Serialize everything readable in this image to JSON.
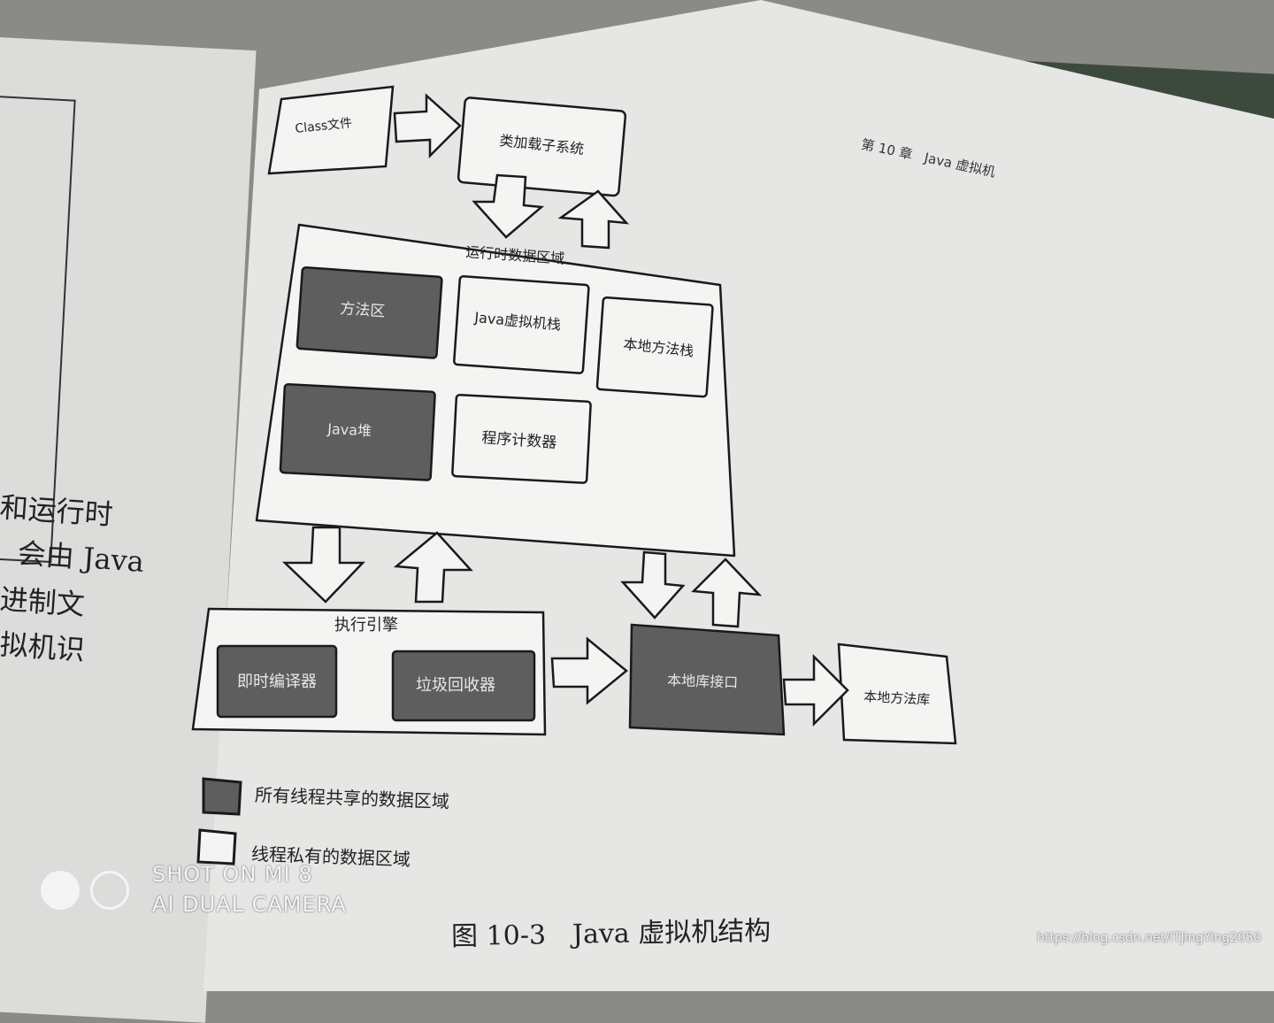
{
  "header": {
    "chapter": "第 10 章",
    "chapter_title": "Java 虚拟机"
  },
  "left_page_lines": [
    "和运行时",
    "会由 Java",
    "进制文",
    "拟机识"
  ],
  "diagram": {
    "class_file": "Class文件",
    "class_loader": "类加载子系统",
    "runtime_area_title": "运行时数据区域",
    "method_area": "方法区",
    "java_vm_stack": "Java虚拟机栈",
    "native_method_stack": "本地方法栈",
    "java_heap": "Java堆",
    "program_counter": "程序计数器",
    "execution_engine_title": "执行引擎",
    "jit_compiler": "即时编译器",
    "garbage_collector": "垃圾回收器",
    "native_interface": "本地库接口",
    "native_library": "本地方法库"
  },
  "legend": {
    "shared": "所有线程共享的数据区域",
    "private": "线程私有的数据区域"
  },
  "caption": "图 10-3　Java 虚拟机结构",
  "watermark": {
    "line1": "SHOT ON MI 8",
    "line2": "AI DUAL CAMERA"
  },
  "url": "https://blog.csdn.net/ITJingYing2050",
  "colors": {
    "shared_fill": "#5e5e5e",
    "private_fill": "#f4f4f2",
    "stroke": "#1a1a1a"
  }
}
